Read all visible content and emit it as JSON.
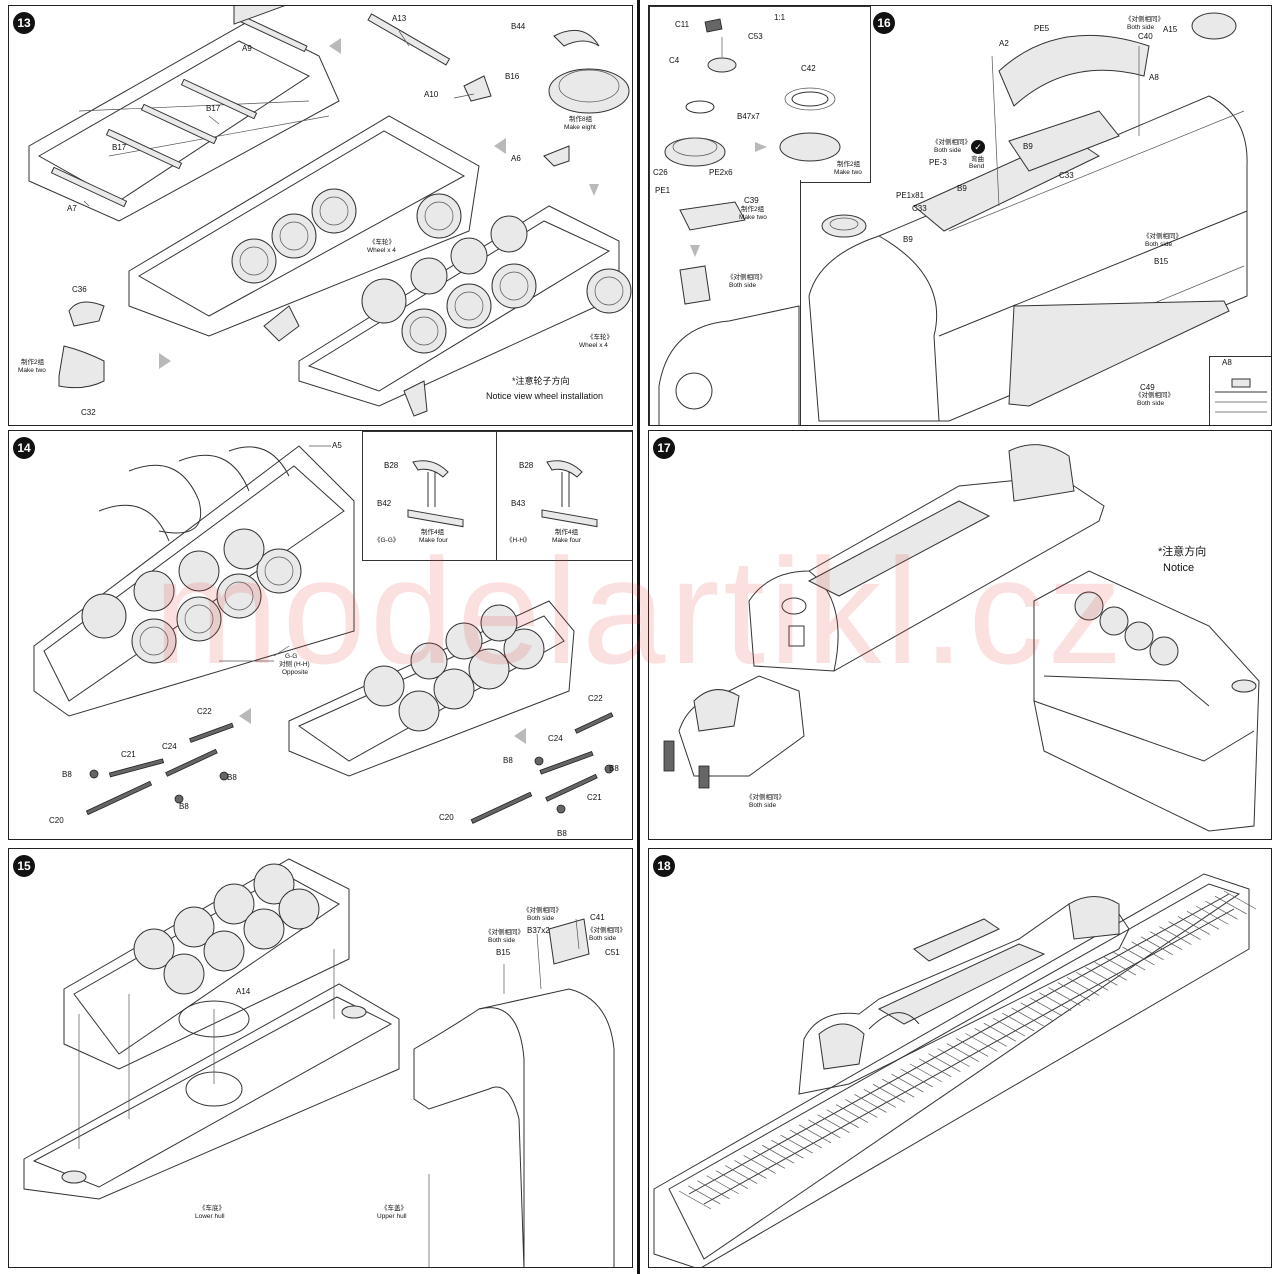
{
  "watermark": "modelartikl.cz",
  "steps": {
    "s13": {
      "number": "13",
      "labels": {
        "a13": "A13",
        "b44": "B44",
        "a9": "A9",
        "b16": "B16",
        "a10": "A10",
        "b17a": "B17",
        "b17b": "B17",
        "a6": "A6",
        "a7": "A7",
        "c36": "C36",
        "c32": "C32"
      },
      "make_eight_cn": "制作8组",
      "make_eight": "Make eight",
      "wheel_cn_1": "《车轮》",
      "wheel_1": "Wheel x 4",
      "wheel_cn_2": "《车轮》",
      "wheel_2": "Wheel x 4",
      "make_two_cn": "制作2组",
      "make_two": "Make two",
      "notice_cn": "*注意轮子方向",
      "notice": "Notice view  wheel installation"
    },
    "s14": {
      "number": "14",
      "labels": {
        "a5": "A5",
        "b28a": "B28",
        "b42": "B42",
        "b28b": "B28",
        "b43": "B43",
        "c22a": "C22",
        "c21a": "C21",
        "c24a": "C24",
        "b8a": "B8",
        "b8b": "B8",
        "b8c": "B8",
        "c20a": "C20",
        "c22b": "C22",
        "c24b": "C24",
        "b8d": "B8",
        "b8e": "B8",
        "c21b": "C21",
        "c20b": "C20",
        "b8f": "B8"
      },
      "make_four_cn_1": "制作4组",
      "make_four_1": "Make four",
      "gg": "《G-G》",
      "make_four_cn_2": "制作4组",
      "make_four_2": "Make four",
      "hh": "《H-H》",
      "opposite_top": "G-G",
      "opposite_cn": "对侧 (H-H)",
      "opposite": "Opposite"
    },
    "s15": {
      "number": "15",
      "labels": {
        "a14": "A14",
        "b37": "B37x2",
        "c41": "C41",
        "c51": "C51",
        "b15": "B15"
      },
      "both_side_cn_1": "《对侧相同》",
      "both_side_1": "Both side",
      "both_side_cn_2": "《对侧相同》",
      "both_side_2": "Both side",
      "both_side_cn_3": "《对侧相同》",
      "both_side_3": "Both side",
      "lower_hull_cn": "《车底》",
      "lower_hull": "Lower hull",
      "upper_hull_cn": "《车盖》",
      "upper_hull": "Upper hull"
    },
    "s16": {
      "number": "16",
      "scale": "1:1",
      "labels": {
        "c11": "C11",
        "c53": "C53",
        "c4": "C4",
        "c42": "C42",
        "b47": "B47x7",
        "c26": "C26",
        "pe2": "PE2x6",
        "pe1": "PE1",
        "c39": "C39",
        "pe5": "PE5",
        "a2": "A2",
        "c40": "C40",
        "a15": "A15",
        "a8": "A8",
        "pe3": "PE-3",
        "b9a": "B9",
        "c33a": "C33",
        "pe1x81": "PE1x81",
        "c33b": "C33",
        "b9b": "B9",
        "b9c": "B9",
        "b15": "B15",
        "c49": "C49",
        "a8_inset": "A8"
      },
      "make_two_cn_1": "制作2组",
      "make_two_1": "Make two",
      "make_two_cn_2": "制作2组",
      "make_two_2": "Make two",
      "both_side_cn_1": "《对侧相同》",
      "both_side_1": "Both side",
      "both_side_cn_2": "《对侧相同》",
      "both_side_2": "Both side",
      "both_side_cn_3": "《对侧相同》",
      "both_side_3": "Both side",
      "both_side_cn_4": "《对侧相同》",
      "both_side_4": "Both side",
      "both_side_cn_5": "《对侧相同》",
      "both_side_5": "Both side",
      "bend_cn": "弯曲",
      "bend": "Bend"
    },
    "s17": {
      "number": "17",
      "notice_cn": "*注意方向",
      "notice": "Notice",
      "both_side_cn": "《对侧相同》",
      "both_side": "Both side"
    },
    "s18": {
      "number": "18"
    }
  }
}
